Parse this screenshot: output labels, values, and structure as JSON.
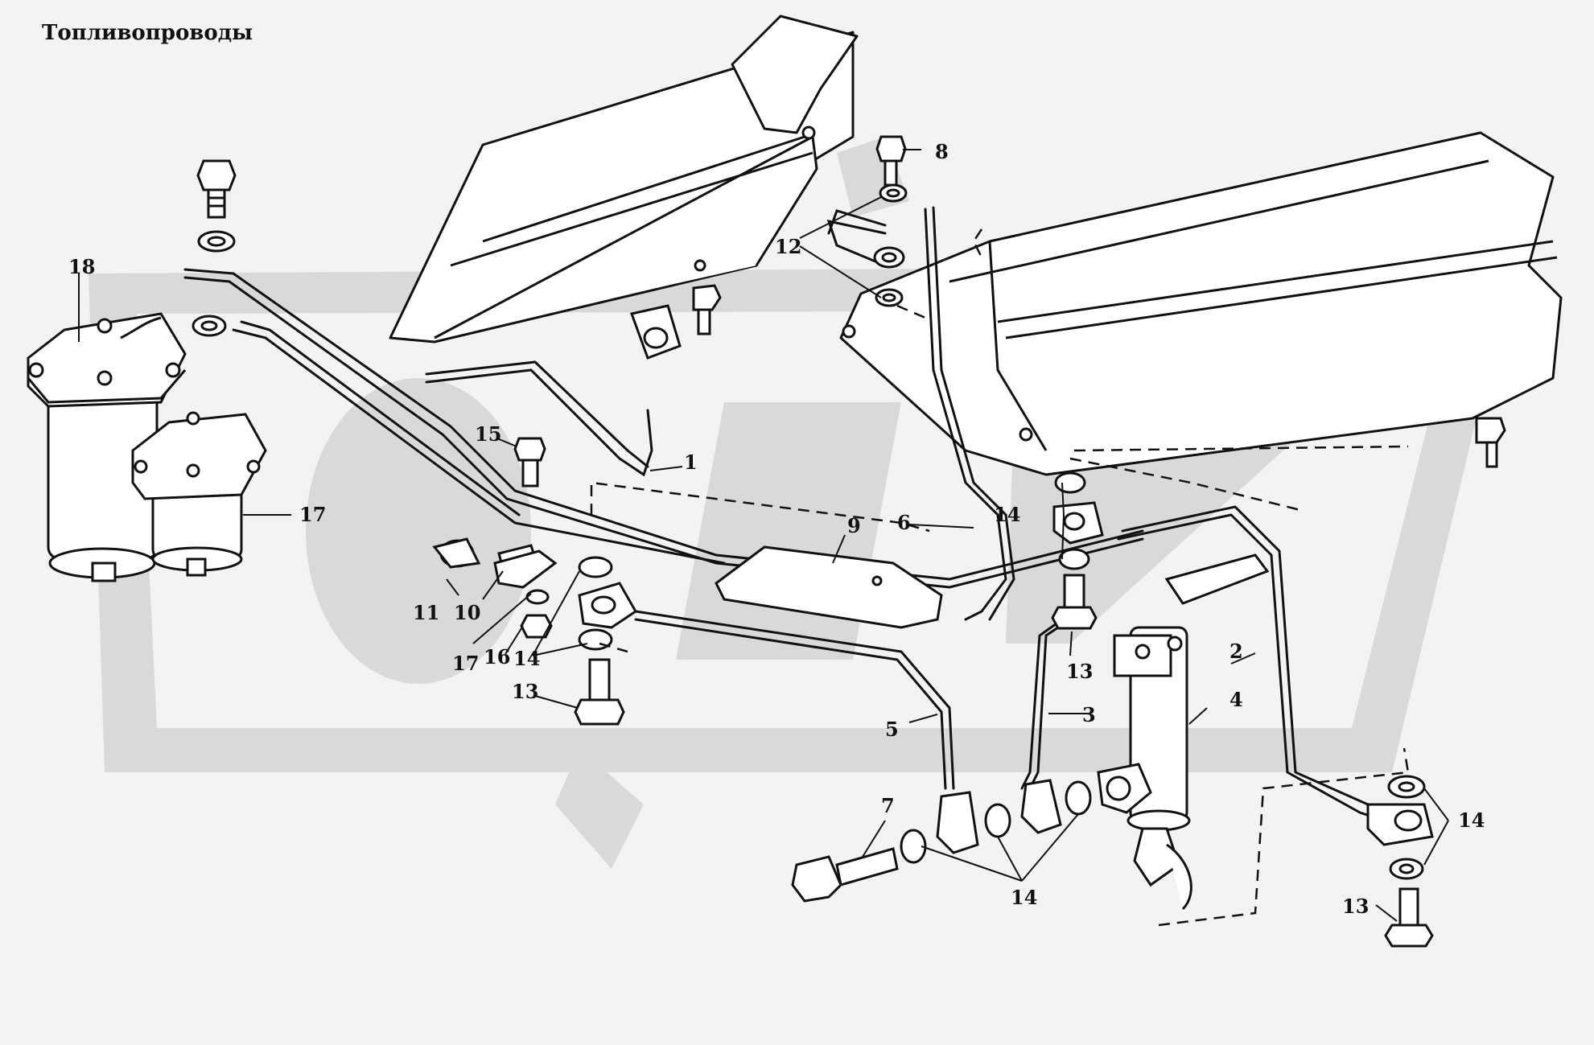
{
  "title": "Топливопроводы",
  "callouts": {
    "c1": "1",
    "c2": "2",
    "c3": "3",
    "c4": "4",
    "c5": "5",
    "c6": "6",
    "c7": "7",
    "c8": "8",
    "c9": "9",
    "c10": "10",
    "c11": "11",
    "c12": "12",
    "c13a": "13",
    "c13b": "13",
    "c13c": "13",
    "c14a": "14",
    "c14b": "14",
    "c14c": "14",
    "c14d": "14",
    "c15": "15",
    "c16": "16",
    "c17a": "17",
    "c17b": "17",
    "c18": "18"
  },
  "watermark": "ORIX",
  "colors": {
    "background": "#f3f3f1",
    "line": "#111111",
    "watermark": "#d9d9d7",
    "part_fill": "#ffffff"
  }
}
